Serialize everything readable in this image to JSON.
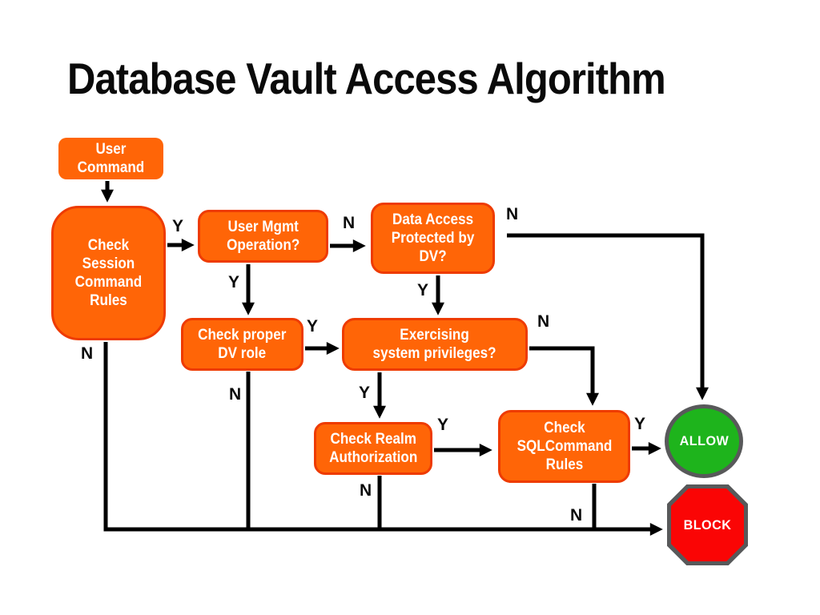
{
  "slide": {
    "title": "Database Vault Access Algorithm"
  },
  "flowchart": {
    "nodes": {
      "user_command": "User\nCommand",
      "check_session": "Check\nSession\nCommand\nRules",
      "user_mgmt": "User Mgmt\nOperation?",
      "data_access": "Data Access\nProtected by\nDV?",
      "check_proper": "Check proper\nDV role",
      "exercising": "Exercising\nsystem privileges?",
      "check_realm": "Check Realm\nAuthorization",
      "check_sql": "Check\nSQLCommand\nRules"
    },
    "terminals": {
      "allow": "ALLOW",
      "block": "BLOCK"
    },
    "edge_labels": {
      "session_yes": "Y",
      "mgmt_no": "N",
      "data_no": "N",
      "mgmt_yes": "Y",
      "data_yes": "Y",
      "proper_yes": "Y",
      "exercising_no": "N",
      "exercising_yes": "Y",
      "realm_yes": "Y",
      "sql_yes": "Y",
      "session_no": "N",
      "proper_no": "N",
      "realm_no": "N",
      "sql_no": "N"
    },
    "colors": {
      "box_fill": "#ff6507",
      "box_border": "#ee3b02",
      "box_text": "#ffffff",
      "allow_fill": "#1eb41c",
      "block_fill": "#fa0505",
      "terminal_border": "#58595a",
      "terminal_text": "#ffffff",
      "connector": "#000000",
      "label_text": "#0a0a0a",
      "title_text": "#0a0a0a",
      "background": "#ffffff"
    }
  }
}
